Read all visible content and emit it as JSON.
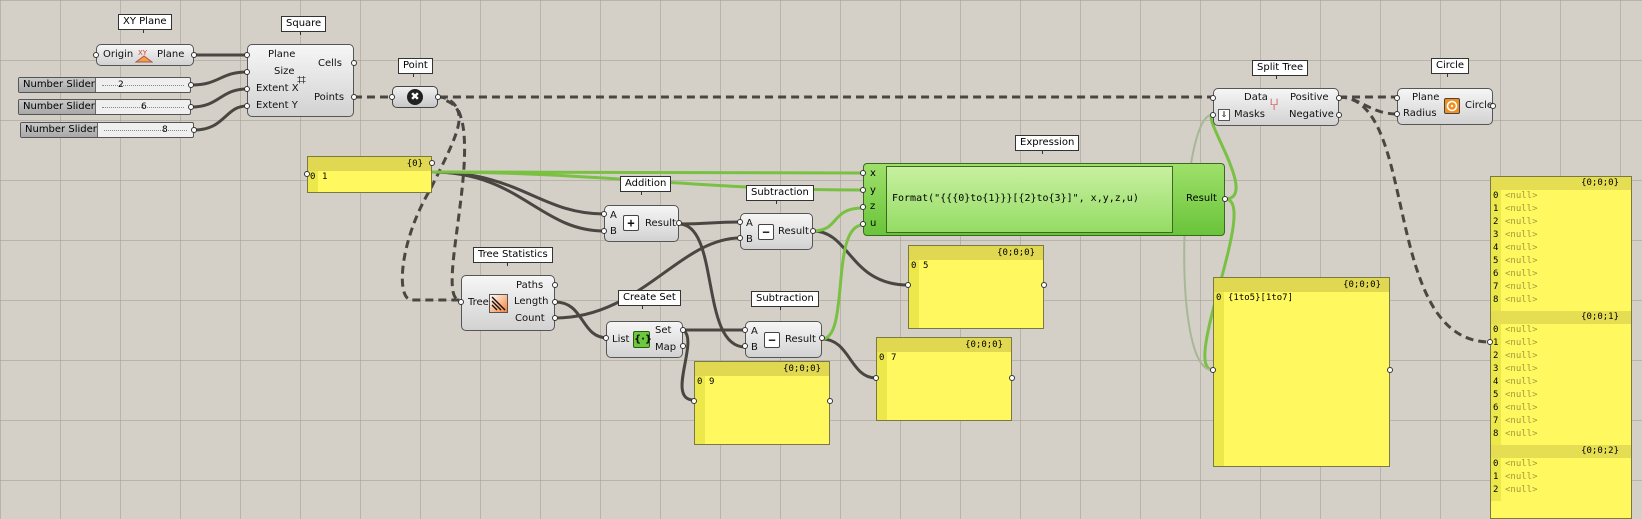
{
  "components": {
    "xy_plane": {
      "title": "XY Plane",
      "in_label": "Origin",
      "out_label": "Plane",
      "icon": "xy-plane-icon"
    },
    "square": {
      "title": "Square",
      "inputs": [
        "Plane",
        "Size",
        "Extent X",
        "Extent Y"
      ],
      "outputs": [
        "Cells",
        "Points"
      ],
      "icon": "grid-icon"
    },
    "point": {
      "title": "Point",
      "icon": "point-param-icon"
    },
    "split_tree": {
      "title": "Split Tree",
      "inputs": [
        "Data",
        "Masks"
      ],
      "outputs": [
        "Positive",
        "Negative"
      ],
      "icon": "split-tree-icon"
    },
    "circle": {
      "title": "Circle",
      "inputs": [
        "Plane",
        "Radius"
      ],
      "output": "Circle",
      "icon": "circle-icon"
    },
    "expression": {
      "title": "Expression",
      "inputs": [
        "x",
        "y",
        "z",
        "u"
      ],
      "formula": "Format(\"{{{0}to{1}}}[{2}to{3}]\", x,y,z,u)",
      "output": "Result"
    },
    "addition": {
      "title": "Addition",
      "inputs": [
        "A",
        "B"
      ],
      "output": "Result",
      "symbol": "+"
    },
    "subtraction_top": {
      "title": "Subtraction",
      "inputs": [
        "A",
        "B"
      ],
      "output": "Result",
      "symbol": "−"
    },
    "tree_statistics": {
      "title": "Tree Statistics",
      "input": "Tree",
      "outputs": [
        "Paths",
        "Length",
        "Count"
      ],
      "icon": "tree-statistics-icon"
    },
    "create_set": {
      "title": "Create Set",
      "input": "List",
      "outputs": [
        "Set",
        "Map"
      ],
      "icon": "create-set-icon"
    },
    "subtraction_bottom": {
      "title": "Subtraction",
      "inputs": [
        "A",
        "B"
      ],
      "output": "Result",
      "symbol": "−"
    }
  },
  "sliders": [
    {
      "label": "Number Slider",
      "value": "2"
    },
    {
      "label": "Number Slider",
      "value": "6"
    },
    {
      "label": "Number Slider",
      "value": "8"
    }
  ],
  "panels": {
    "p1": {
      "header": "{0}",
      "rows": [
        {
          "index": "0",
          "value": "1"
        }
      ]
    },
    "p5": {
      "header": "{0;0;0}",
      "rows": [
        {
          "index": "0",
          "value": "5"
        }
      ]
    },
    "p7": {
      "header": "{0;0;0}",
      "rows": [
        {
          "index": "0",
          "value": "7"
        }
      ]
    },
    "p9": {
      "header": "{0;0;0}",
      "rows": [
        {
          "index": "0",
          "value": "9"
        }
      ]
    },
    "pres": {
      "header": "{0;0;0}",
      "rows": [
        {
          "index": "0",
          "value": "{1to5}[1to7]"
        }
      ]
    },
    "pnull": {
      "groups": [
        {
          "header": "{0;0;0}",
          "rows": [
            "0",
            "1",
            "2",
            "3",
            "4",
            "5",
            "6",
            "7",
            "8"
          ],
          "value": "<null>"
        },
        {
          "header": "{0;0;1}",
          "rows": [
            "0",
            "1",
            "2",
            "3",
            "4",
            "5",
            "6",
            "7",
            "8"
          ],
          "value": "<null>"
        },
        {
          "header": "{0;0;2}",
          "rows": [
            "0",
            "1",
            "2"
          ],
          "value": "<null>"
        }
      ]
    }
  },
  "colors": {
    "canvas": "#d4d0c8",
    "panel": "#fff85e",
    "wire": "#404040",
    "wire_selected": "#7ac143",
    "expression": "#7ed04c"
  }
}
